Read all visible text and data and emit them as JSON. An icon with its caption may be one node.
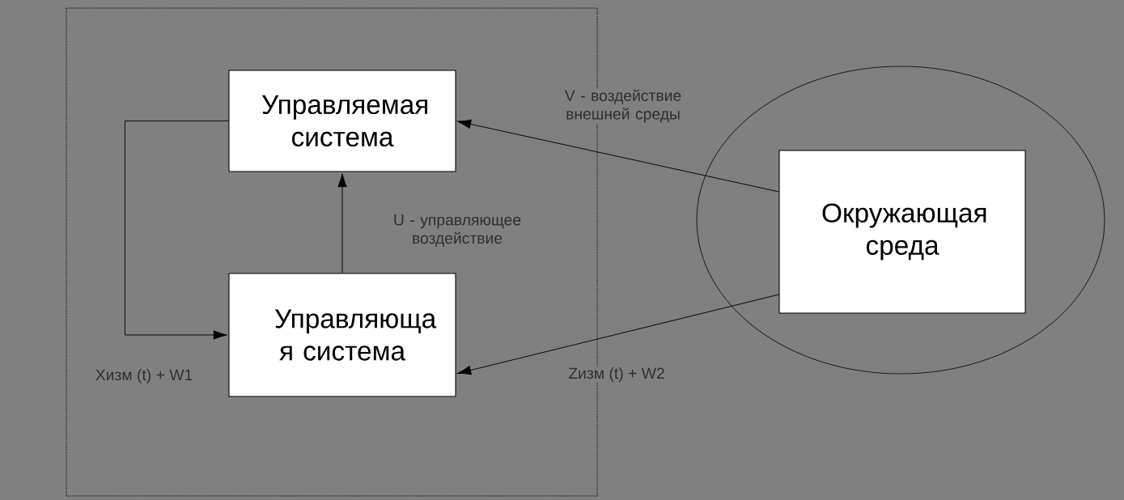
{
  "diagram": {
    "nodes": [
      {
        "text": [],
        "shape": "box"
      },
      {
        "text": [
          "Управляемая система"
        ],
        "in": 0
      },
      {
        "text": [
          "Управляюща я система"
        ],
        "in": 0
      },
      {
        "text": [],
        "shape": "circle"
      },
      {
        "text": [
          "Окружающая среда"
        ],
        "in": 3
      }
    ],
    "edges": [
      {
        "from": 1,
        "to": 2,
        "arrow": "to",
        "label": "Xизм (t) + W1"
      },
      {
        "from": 2,
        "to": 1,
        "arrow": "to",
        "label": "U - управляющее воздействие"
      },
      {
        "from": 4,
        "to": 1,
        "arrow": "to",
        "label": "V - воздействие внешней среды"
      },
      {
        "from": 4,
        "to": 2,
        "arrow": "to",
        "label": "Zизм (t) + W2"
      }
    ]
  }
}
